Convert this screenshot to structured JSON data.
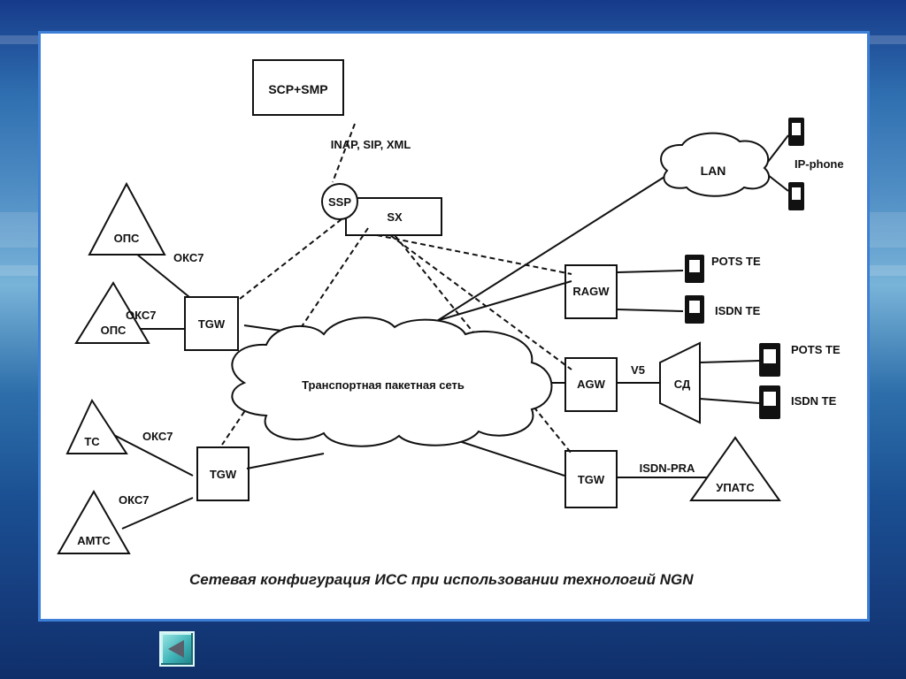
{
  "diagram": {
    "nodes": {
      "scp_smp": "SCP+SMP",
      "protocols": "INAP, SIP, XML",
      "ssp": "SSP",
      "sx": "SX",
      "lan": "LAN",
      "ip_phone": "IP-phone",
      "ops_top": "ОПС",
      "ops_mid": "ОПС",
      "tc": "ТС",
      "amts": "АМТС",
      "tgw_left_top": "TGW",
      "tgw_left_bottom": "TGW",
      "tgw_right": "TGW",
      "cloud": "Транспортная пакетная сеть",
      "ragw": "RAGW",
      "agw": "AGW",
      "v5": "V5",
      "sd": "СД",
      "upats": "УПАТС",
      "isdn_pra": "ISDN-PRA",
      "pots_te_1": "POTS TE",
      "isdn_te_1": "ISDN TE",
      "pots_te_2": "POTS TE",
      "isdn_te_2": "ISDN TE"
    },
    "links": {
      "oks7_1": "ОКС7",
      "oks7_2": "ОКС7",
      "oks7_3": "ОКС7",
      "oks7_4": "ОКС7"
    },
    "caption": "Сетевая конфигурация ИСС при использовании технологий NGN"
  },
  "colors": {
    "frame_border": "#3d7fd6",
    "background_sea": "#2d6eaa",
    "button": "#3fb4b8"
  },
  "icons": {
    "telephone": "telephone-icon",
    "back": "back-arrow-icon"
  }
}
